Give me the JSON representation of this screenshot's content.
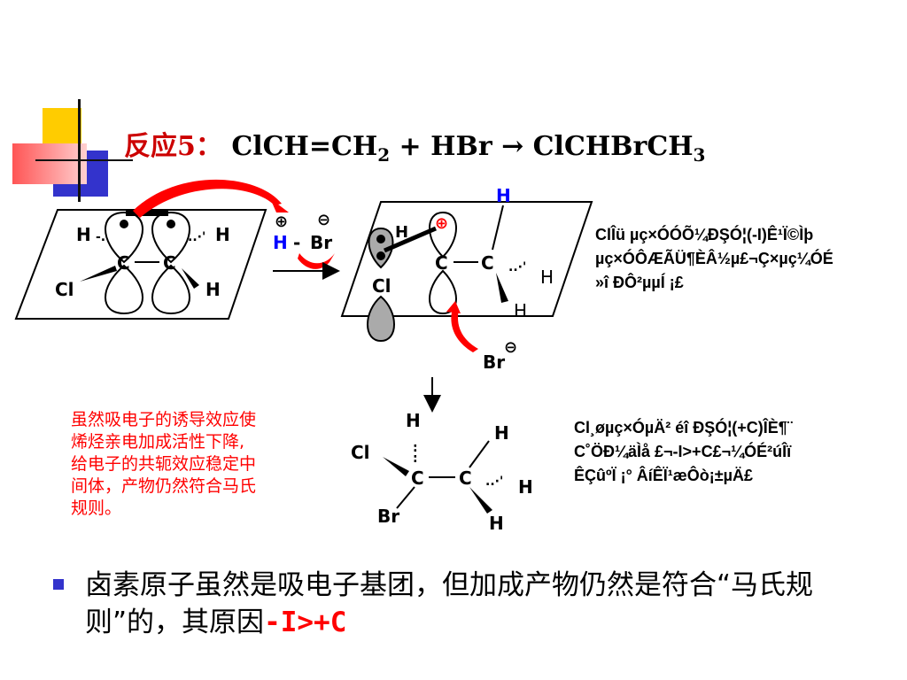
{
  "title": {
    "label": "反应5：",
    "eq_part1": "ClCH=CH",
    "eq_sub1": "2",
    "eq_part2": " + HBr → ClCHBrCH",
    "eq_sub2": "3"
  },
  "diagram1": {
    "h_left": "H",
    "h_right": "H",
    "c_left": "C",
    "c_right": "C",
    "cl": "Cl",
    "h_bottom": "H"
  },
  "reagent": {
    "plus_sign": "⊕",
    "minus_sign": "⊖",
    "h": "H",
    "dash": " - ",
    "br": "Br"
  },
  "diagram2": {
    "h_top": "H",
    "h_left": "H",
    "plus_sign": "⊕",
    "c_left": "C",
    "c_right": "C",
    "cl": "Cl",
    "h_right": "H",
    "h_bottom": "H",
    "br": "Br",
    "br_minus": "⊖"
  },
  "diagram3": {
    "h_top": "H",
    "h_right_top": "H",
    "cl": "Cl",
    "c_left": "C",
    "c_right": "C",
    "h_right": "H",
    "br": "Br",
    "h_bottom": "H"
  },
  "garbled_text_1": [
    "ClÎü µç×ÓÓÕ¼ÐŞÓ¦(-I)Ê¹Ï©Ìþ",
    "µç×ÓÔÆÃÜ¶ÈÂ½µ£¬Ç×µç¼ÓÉ",
    "»î ÐÔ²µµÍ ¡£"
  ],
  "garbled_text_2": [
    "Cl¸øµç×ÓµÄ² éî ÐŞÓ¦(+C)ÎÈ¶¨",
    "C˚ÖÐ¼äÌå £¬-I>+C£¬¼ÓÉ²úÎï",
    "ÊÇûºÏ ¡° ÂíÊÏ¹æÔò¡±µÄ£"
  ],
  "red_note": [
    "虽然吸电子的诱导效应使",
    "烯烃亲电加成活性下降,",
    "给电子的共轭效应稳定中",
    "间体，产物仍然符合马氏",
    "规则。"
  ],
  "bullet": {
    "text": "卤素原子虽然是吸电子基团，但加成产物仍然是符合“马氏规则”的，其原因",
    "highlight": "-I>+C"
  },
  "colors": {
    "red": "#ff0000",
    "dark_red": "#cc0000",
    "blue": "#0000ff",
    "bullet_blue": "#3333cc",
    "deco_yellow": "#ffcc00",
    "deco_blue": "#3333cc",
    "deco_red": "#ff5555"
  }
}
